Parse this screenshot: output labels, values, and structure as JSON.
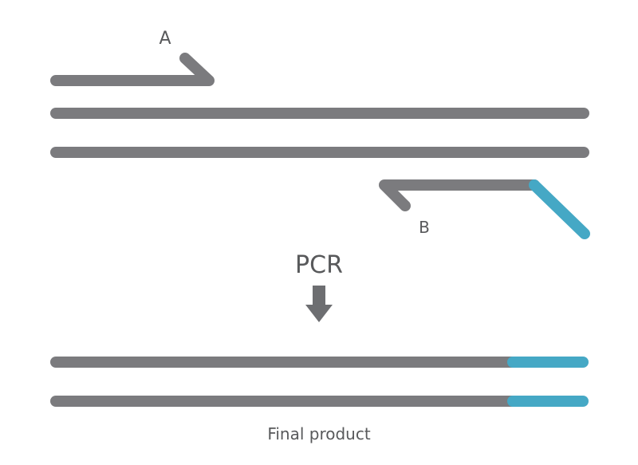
{
  "diagram": {
    "primer_a_label": "A",
    "primer_b_label": "B",
    "process_label": "PCR",
    "result_label": "Final product",
    "colors": {
      "strand": "#7b7b7e",
      "tag": "#45a8c5",
      "text": "#58595b",
      "arrow": "#6d6e71"
    }
  }
}
